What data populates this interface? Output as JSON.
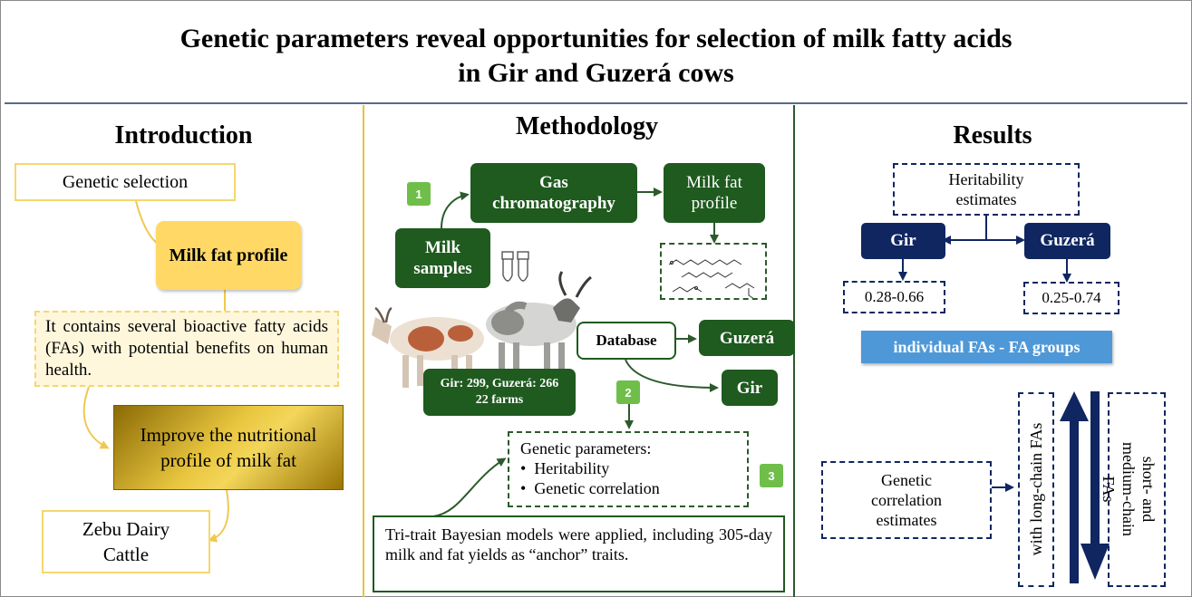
{
  "title": {
    "line1": "Genetic parameters reveal opportunities for selection of milk fatty acids",
    "line2": "in Gir and Guzerá cows"
  },
  "introduction": {
    "heading": "Introduction",
    "genetic_selection": "Genetic selection",
    "milk_fat_profile": "Milk fat profile",
    "description": "It contains several bioactive fatty acids (FAs) with potential benefits on human health.",
    "improve": "Improve the nutritional profile of milk fat",
    "zebu": "Zebu Dairy Cattle"
  },
  "methodology": {
    "heading": "Methodology",
    "step1": "1",
    "step2": "2",
    "step3": "3",
    "milk_samples": "Milk samples",
    "gas_chromatography": "Gas chromatography",
    "milk_fat_profile": "Milk fat profile",
    "database": "Database",
    "guzera": "Guzerá",
    "gir": "Gir",
    "herd_line1": "Gir: 299, Guzerá: 266",
    "herd_line2": "22 farms",
    "genetic_parameters": "Genetic parameters:",
    "heritability": "Heritability",
    "genetic_correlation": "Genetic correlation",
    "models": "Tri-trait Bayesian models were applied, including 305-day milk and fat yields as “anchor” traits."
  },
  "results": {
    "heading": "Results",
    "heritability_estimates": "Heritability estimates",
    "gir": "Gir",
    "guzera": "Guzerá",
    "gir_range": "0.28-0.66",
    "guzera_range": "0.25-0.74",
    "fa_groups": "individual FAs - FA groups",
    "genetic_correlation_estimates": "Genetic correlation estimates",
    "long_chain": "with long-chain FAs",
    "short_medium": "short- and medium-chain FAs"
  },
  "colors": {
    "forest_green": "#1f5a1f",
    "navy": "#0f2660",
    "gold": "#c8a000",
    "step_green": "#6fbe4a",
    "fa_blue": "#4f98d8"
  },
  "icons": [
    "tube-icon",
    "cow-icon",
    "molecule-icon"
  ]
}
